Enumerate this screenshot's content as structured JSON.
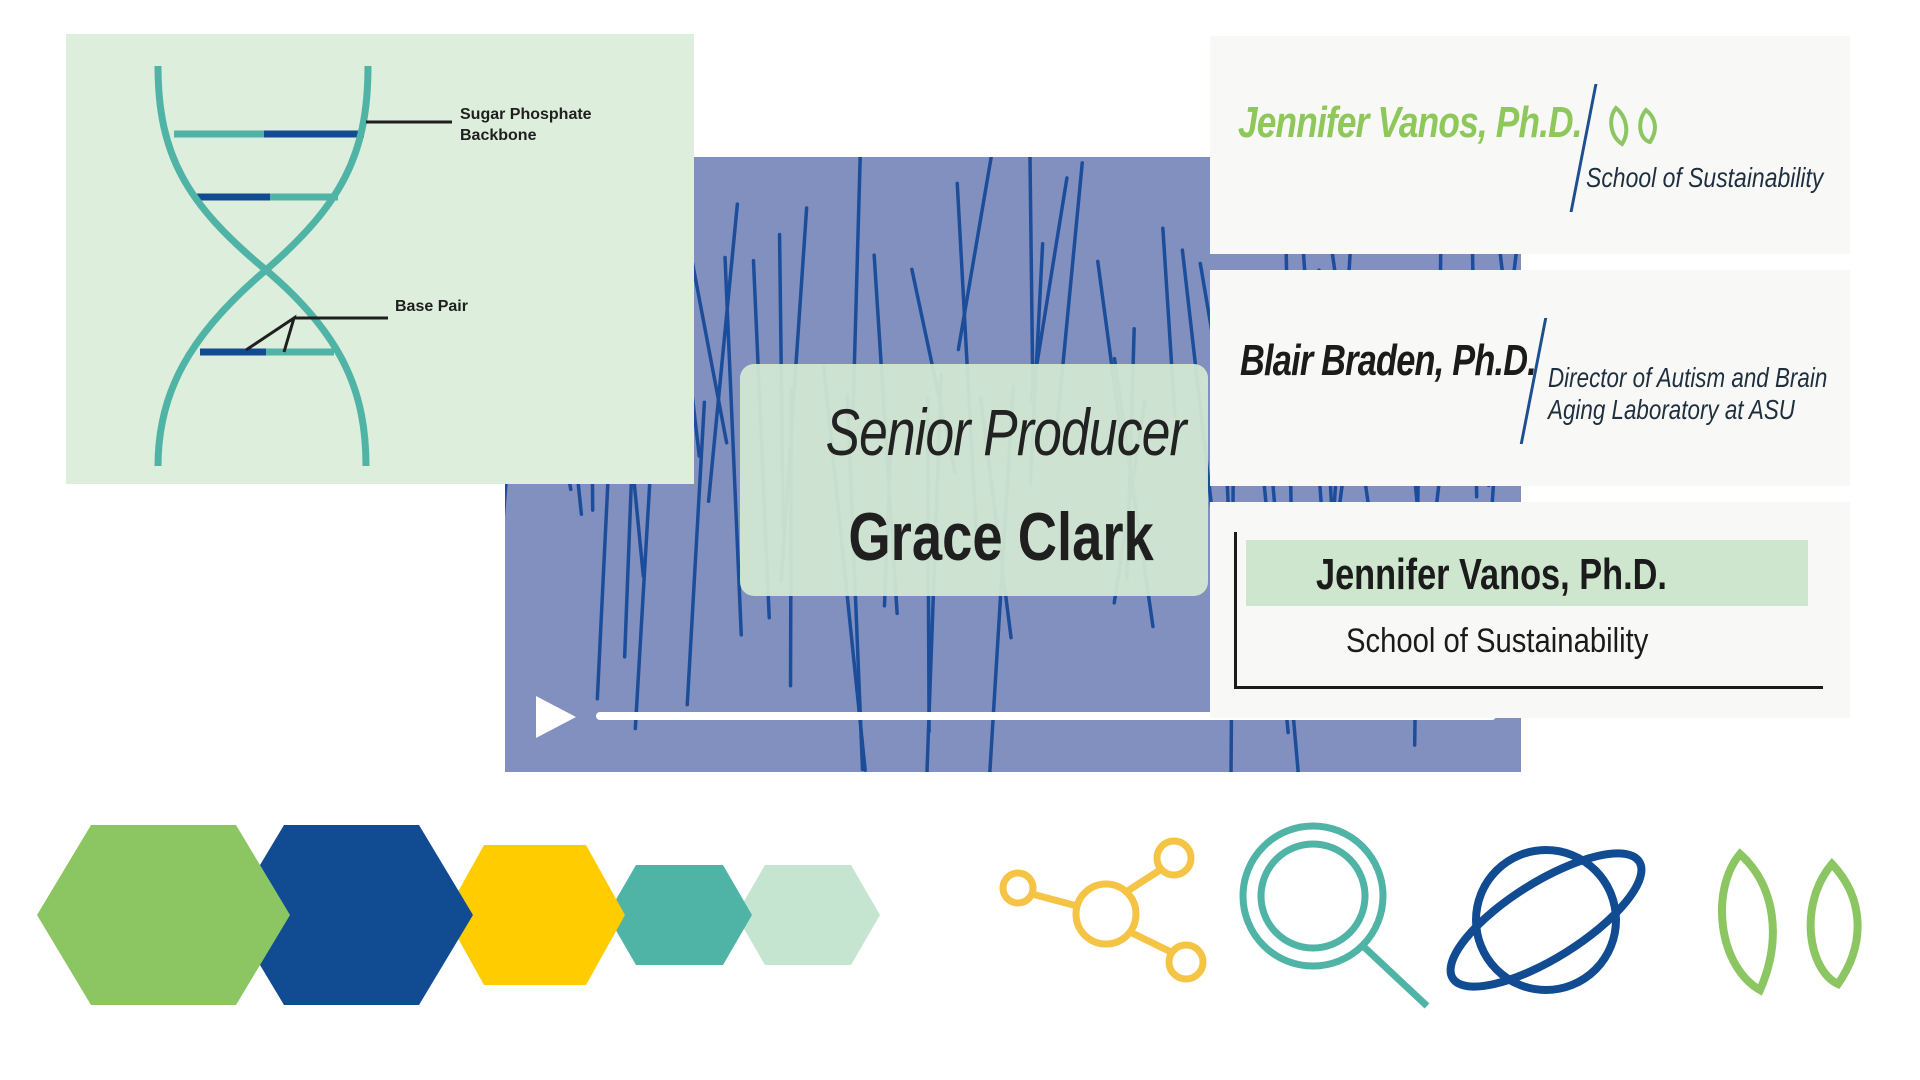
{
  "dna_diagram": {
    "label_backbone_line1": "Sugar Phosphate",
    "label_backbone_line2": "Backbone",
    "label_base_pair": "Base Pair"
  },
  "lower_third": {
    "title": "Senior Producer",
    "name": "Grace Clark"
  },
  "name_cards": [
    {
      "name": "Jennifer Vanos, Ph.D.",
      "affiliation": "School of Sustainability",
      "icon": "leaf-icon"
    },
    {
      "name": "Blair Braden, Ph.D.",
      "affiliation_line1": "Director of Autism and Brain",
      "affiliation_line2": "Aging Laboratory at ASU"
    },
    {
      "name": "Jennifer Vanos, Ph.D.",
      "affiliation": "School of Sustainability"
    }
  ],
  "video_player": {
    "play_icon": "play-icon"
  },
  "palette": [
    "#8cc663",
    "#114c92",
    "#ffcc00",
    "#4fb3a5",
    "#c6e5d0"
  ],
  "icons": [
    "network-icon",
    "magnifier-icon",
    "planet-icon",
    "leaf-icon"
  ],
  "colors": {
    "green": "#8cc663",
    "navy": "#114c92",
    "yellow": "#ffcc00",
    "teal": "#4fb3a5",
    "mint": "#c6e5d0",
    "video_bg": "#8290c0"
  }
}
